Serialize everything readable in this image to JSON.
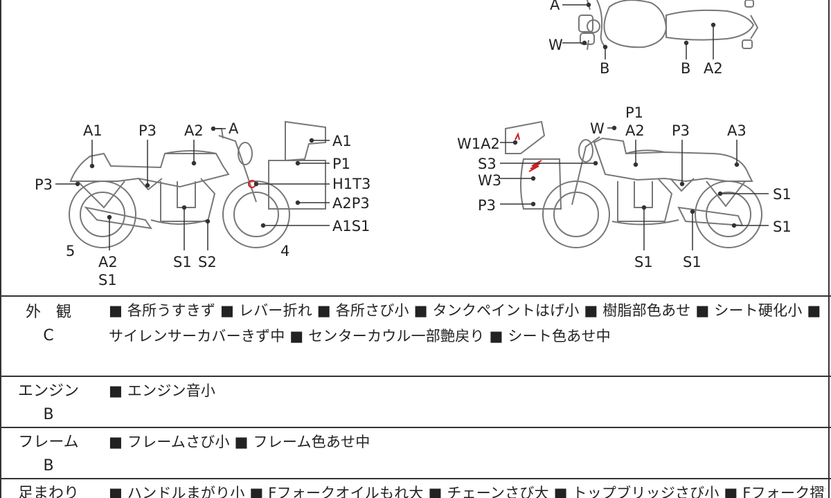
{
  "diagram": {
    "top_view": {
      "labels": {
        "a": "A",
        "w": "W",
        "b1": "B",
        "b2": "B",
        "a2": "A2"
      }
    },
    "left_view": {
      "labels": {
        "a1": "A1",
        "p3": "P3",
        "a2": "A2",
        "a": "A",
        "a1_cowl": "A1",
        "p1": "P1",
        "h1t3": "H1T3",
        "a2p3": "A2P3",
        "a1s1": "A1S1",
        "p3_rear": "P3",
        "five": "5",
        "four": "4",
        "a2_ex": "A2",
        "s1_ex": "S1",
        "s1": "S1",
        "s2": "S2"
      }
    },
    "right_view": {
      "labels": {
        "p1": "P1",
        "w": "W",
        "a2": "A2",
        "p3": "P3",
        "a3": "A3",
        "w1a2": "W1A2",
        "s3": "S3",
        "w3": "W3",
        "p3_cowl": "P3",
        "s1_rear": "S1",
        "s1_wheel": "S1",
        "s1_eng": "S1",
        "s1_ex": "S1"
      }
    }
  },
  "rows": [
    {
      "category": "外　観",
      "grade": "C",
      "description": "■ 各所うすきず ■ レバー折れ ■ 各所さび小 ■ タンクペイントはげ小 ■ 樹脂部色あせ ■ シート硬化小 ■ サイレンサーカバーきず中 ■ センターカウル一部艶戻り ■ シート色あせ中"
    },
    {
      "category": "エンジン",
      "grade": "B",
      "description": "■ エンジン音小"
    },
    {
      "category": "フレーム",
      "grade": "B",
      "description": "■ フレームさび小 ■ フレーム色あせ中"
    },
    {
      "category": "足まわり",
      "grade": "",
      "description": "■ ハンドルまがり小 ■ Fフォークオイルもれ大 ■ チェーンさび大 ■ トップブリッジさび小 ■ Fフォーク摺動"
    }
  ],
  "colors": {
    "line": "#333333",
    "outline": "#777777",
    "damage_mark": "#cc2222"
  }
}
